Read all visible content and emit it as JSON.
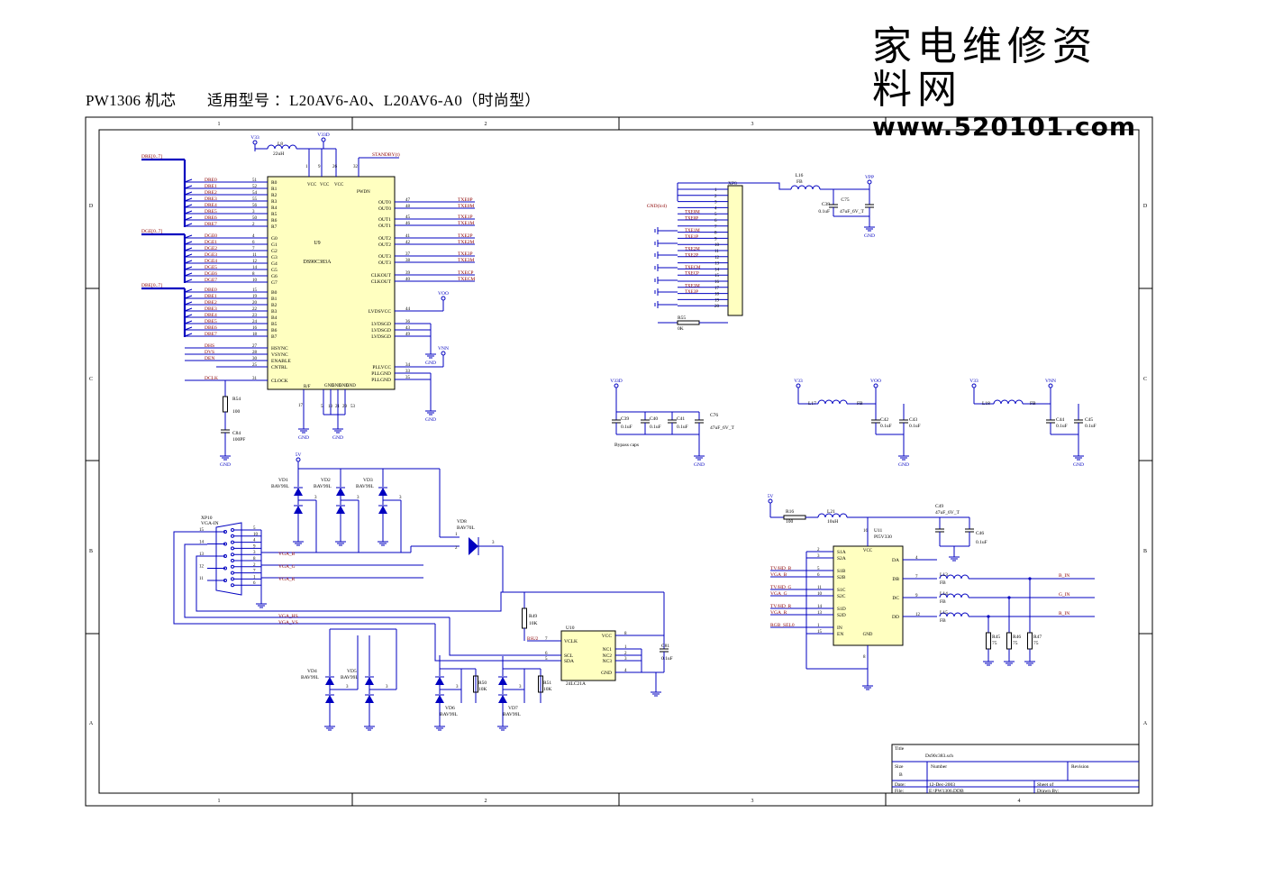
{
  "heading": "PW1306 机芯　　适用型号 ：L20AV6-A0、L20AV6-A0（时尚型）",
  "logo": {
    "cn": "家电维修资料网",
    "url": "www.520101.com"
  },
  "colors": {
    "wire": "#0000c0",
    "net": "#8b0000",
    "chip": "#ffffc0",
    "border": "#000000"
  },
  "zones": {
    "cols": [
      "1",
      "2",
      "3",
      "4"
    ],
    "rows": [
      "D",
      "C",
      "B",
      "A"
    ]
  },
  "u9": {
    "ref": "U9",
    "part": "DS90C383A",
    "vcc": [
      "VCC",
      "VCC",
      "VCC"
    ],
    "vcc_nums": [
      "1",
      "9",
      "26"
    ],
    "pwdn": "PWDN",
    "pwdn_num": "32",
    "left": [
      {
        "n": "51",
        "p": "R0",
        "net": "DRE0"
      },
      {
        "n": "52",
        "p": "R1",
        "net": "DRE1"
      },
      {
        "n": "54",
        "p": "R2",
        "net": "DRE2"
      },
      {
        "n": "55",
        "p": "R3",
        "net": "DRE3"
      },
      {
        "n": "56",
        "p": "R4",
        "net": "DRE4"
      },
      {
        "n": "3",
        "p": "R5",
        "net": "DRE5"
      },
      {
        "n": "50",
        "p": "R6",
        "net": "DRE6"
      },
      {
        "n": "2",
        "p": "R7",
        "net": "DRE7"
      },
      {
        "n": "4",
        "p": "G0",
        "net": "DGE0"
      },
      {
        "n": "6",
        "p": "G1",
        "net": "DGE1"
      },
      {
        "n": "7",
        "p": "G2",
        "net": "DGE2"
      },
      {
        "n": "11",
        "p": "G3",
        "net": "DGE3"
      },
      {
        "n": "12",
        "p": "G4",
        "net": "DGE4"
      },
      {
        "n": "14",
        "p": "G5",
        "net": "DGE5"
      },
      {
        "n": "8",
        "p": "G6",
        "net": "DGE6"
      },
      {
        "n": "10",
        "p": "G7",
        "net": "DGE7"
      },
      {
        "n": "15",
        "p": "B0",
        "net": "DBE0"
      },
      {
        "n": "19",
        "p": "B1",
        "net": "DBE1"
      },
      {
        "n": "20",
        "p": "B2",
        "net": "DBE2"
      },
      {
        "n": "22",
        "p": "B3",
        "net": "DBE3"
      },
      {
        "n": "23",
        "p": "B4",
        "net": "DBE4"
      },
      {
        "n": "24",
        "p": "B5",
        "net": "DBE5"
      },
      {
        "n": "16",
        "p": "B6",
        "net": "DBE6"
      },
      {
        "n": "18",
        "p": "B7",
        "net": "DBE7"
      },
      {
        "n": "27",
        "p": "HSYNC",
        "net": "DHS"
      },
      {
        "n": "28",
        "p": "VSYNC",
        "net": "DVS"
      },
      {
        "n": "30",
        "p": "ENABLE",
        "net": "DEN"
      },
      {
        "n": "25",
        "p": "CNTRL",
        "net": ""
      },
      {
        "n": "31",
        "p": "CLOCK",
        "net": "DCLK"
      }
    ],
    "right": [
      {
        "n": "47",
        "p": "OUT0",
        "net": "TXE0P"
      },
      {
        "n": "48",
        "p": "OUT0",
        "net": "TXE0M"
      },
      {
        "n": "45",
        "p": "OUT1",
        "net": "TXE1P"
      },
      {
        "n": "46",
        "p": "OUT1",
        "net": "TXE1M"
      },
      {
        "n": "41",
        "p": "OUT2",
        "net": "TXE2P"
      },
      {
        "n": "42",
        "p": "OUT2",
        "net": "TXE2M"
      },
      {
        "n": "37",
        "p": "OUT3",
        "net": "TXE3P"
      },
      {
        "n": "38",
        "p": "OUT3",
        "net": "TXE3M"
      },
      {
        "n": "39",
        "p": "CLKOUT",
        "net": "TXECP"
      },
      {
        "n": "40",
        "p": "CLKOUT",
        "net": "TXECM"
      },
      {
        "n": "44",
        "p": "LVDSVCC",
        "net": ""
      },
      {
        "n": "36",
        "p": "LVDSGD",
        "net": ""
      },
      {
        "n": "43",
        "p": "LVDSGD",
        "net": ""
      },
      {
        "n": "49",
        "p": "LVDSGD",
        "net": ""
      },
      {
        "n": "34",
        "p": "PLLVCC",
        "net": ""
      },
      {
        "n": "33",
        "p": "PLLGND",
        "net": ""
      },
      {
        "n": "35",
        "p": "PLLGND",
        "net": ""
      }
    ],
    "bottom": [
      "R/F",
      "GND",
      "GND",
      "GND",
      "GND"
    ],
    "bottom_nums": [
      "17",
      "5",
      "13",
      "21",
      "29",
      "53"
    ],
    "buses": [
      "DRE[0..7]",
      "DGE[0..7]",
      "DBE[0..7]"
    ],
    "standby": "STANDBY(t)"
  },
  "power": {
    "v33": "V33",
    "v33d": "V33D",
    "voo": "VOO",
    "vnn": "VNN",
    "vpp": "VPP",
    "gnd": "GND",
    "gndlcd": "GND(lcd)",
    "v5": "5V"
  },
  "passives": {
    "L8": "L8",
    "L8v": "22uH",
    "R54": "R54",
    "R54v": "100",
    "C84": "C84",
    "C84v": "100PF",
    "L16": "L16",
    "L16v": "FB",
    "C75": "C75",
    "C38": "C38",
    "C38v": "0.1uF",
    "C75v": "47uF_6V_T",
    "R55": "R55",
    "R55v": "0K",
    "C39": "C39",
    "C40": "C40",
    "C41": "C41",
    "C76": "C76",
    "cv": "0.1uF",
    "C76v": "47uF_6V_T",
    "bypass": "Bypass caps",
    "L17": "L17",
    "L18": "L18",
    "fb": "FB",
    "C42": "C42",
    "C43": "C43",
    "C44": "C44",
    "C45": "C45",
    "R16": "R16",
    "R16v": "100",
    "L21": "L21",
    "L21v": "10uH",
    "C49": "C49",
    "C49v": "47uF_6V_T",
    "C46": "C46",
    "C46v": "0.1uF",
    "L13": "L13",
    "L14": "L14",
    "L15": "L15",
    "R45": "R45",
    "R46": "R46",
    "R47": "R47",
    "r75": "75",
    "R49": "R49",
    "R50": "R50",
    "R51": "R51",
    "r10k": "10K",
    "C81": "C81",
    "C81v": "0.1uF"
  },
  "xp8": {
    "ref": "XP8",
    "nets": [
      "",
      "",
      "",
      "",
      "TXE0M",
      "TXE0P",
      "",
      "TXE1M",
      "TXE1P",
      "",
      "TXE2M",
      "TXE2P",
      "",
      "TXECM",
      "TXECP",
      "",
      "TXE3M",
      "TXE3P",
      "",
      ""
    ]
  },
  "xp10": {
    "ref": "XP10",
    "part": "VGA-IN",
    "pins_left": [
      "15",
      "14",
      "13",
      "12",
      "11"
    ],
    "pins_right": [
      "5",
      "10",
      "4",
      "9",
      "3",
      "8",
      "2",
      "7",
      "1",
      "6"
    ],
    "nets": [
      "VGA_B",
      "VGA_G",
      "VGA_R",
      "VGA_HS",
      "VGA_VS"
    ]
  },
  "diodes": {
    "vd1": "VD1",
    "vd2": "VD2",
    "vd3": "VD3",
    "vd4": "VD4",
    "vd5": "VD5",
    "vd6": "VD6",
    "vd7": "VD7",
    "vd8": "VD8",
    "bav99": "BAV99L",
    "bav70": "BAV70L"
  },
  "u10": {
    "ref": "U10",
    "part": "24LC21A",
    "left": [
      {
        "n": "7",
        "p": "VCLK",
        "net": "BSU2"
      },
      {
        "n": "6",
        "p": "SCL",
        "net": ""
      },
      {
        "n": "5",
        "p": "SDA",
        "net": ""
      }
    ],
    "right": [
      {
        "n": "8",
        "p": "VCC"
      },
      {
        "n": "1",
        "p": "NC1"
      },
      {
        "n": "2",
        "p": "NC2"
      },
      {
        "n": "3",
        "p": "NC3"
      },
      {
        "n": "4",
        "p": "GND"
      }
    ]
  },
  "u11": {
    "ref": "U11",
    "part": "PI5V330",
    "left": [
      {
        "n": "2",
        "p": "S1A",
        "net": ""
      },
      {
        "n": "3",
        "p": "S2A",
        "net": ""
      },
      {
        "n": "5",
        "p": "S1B",
        "net": "TV/HD_B"
      },
      {
        "n": "6",
        "p": "S2B",
        "net": "VGA_B"
      },
      {
        "n": "11",
        "p": "S1C",
        "net": "TV/HD_G"
      },
      {
        "n": "10",
        "p": "S2C",
        "net": "VGA_G"
      },
      {
        "n": "14",
        "p": "S1D",
        "net": "TV/HD_R"
      },
      {
        "n": "13",
        "p": "S2D",
        "net": "VGA_R"
      },
      {
        "n": "1",
        "p": "IN",
        "net": "RGB_SEL0"
      },
      {
        "n": "15",
        "p": "EN",
        "net": ""
      }
    ],
    "right": [
      {
        "n": "4",
        "p": "DA",
        "net": ""
      },
      {
        "n": "7",
        "p": "DB",
        "net": "B_IN"
      },
      {
        "n": "9",
        "p": "DC",
        "net": "G_IN"
      },
      {
        "n": "12",
        "p": "DD",
        "net": "R_IN"
      }
    ],
    "vcc": "VCC",
    "vcc_n": "16",
    "gnd": "GND",
    "gnd_n": "8"
  },
  "titleblock": {
    "title_l": "Title",
    "title": "Ds90c383.sch",
    "size_l": "Size",
    "size": "B",
    "number_l": "Number",
    "revision_l": "Revision",
    "date_l": "Date:",
    "date": "12-Dec-2003",
    "file_l": "File:",
    "file": "E:\\PW1306.DDB",
    "sheet": "Sheet    of",
    "drawn": "Drawn By:"
  }
}
